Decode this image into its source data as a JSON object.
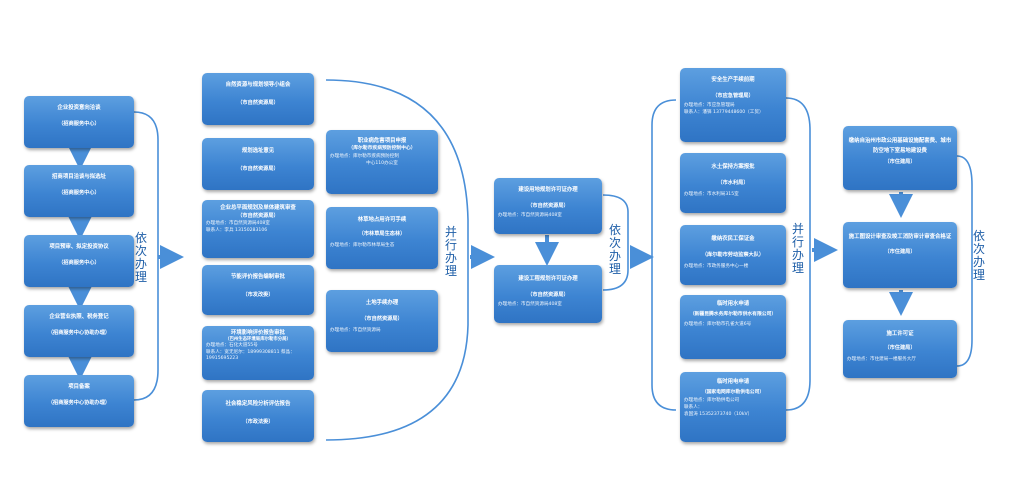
{
  "labels": {
    "seq": "依次办理",
    "par": "并行办理"
  },
  "col1": [
    {
      "t": "企业投资意向洽谈",
      "s": "（招商服务中心）"
    },
    {
      "t": "招商项目洽谈与拟选址",
      "s": "（招商服务中心）"
    },
    {
      "t": "项目预审、拟定投资协议",
      "s": "（招商服务中心）"
    },
    {
      "t": "企业营业执照、税务登记",
      "s": "（招商服务中心协助办理）"
    },
    {
      "t": "项目备案",
      "s": "（招商服务中心协助办理）"
    }
  ],
  "col2": [
    {
      "t": "自然资源与规划领导小组会",
      "s": "（市自然资源局）"
    },
    {
      "t": "规划选址意见",
      "s": "（市自然资源局）"
    },
    {
      "t": "企业总平面规划及单体建筑审查",
      "s": "（市自然资源局）",
      "n1": "办理地点：市自然资源局408室",
      "n2": "联系人：李兵 13150283106"
    },
    {
      "t": "节能评价报告编制审批",
      "s": "（市发改委）"
    },
    {
      "t": "环境影响评价报告审批",
      "s": "（巴州生态环境局库尔勒市分局）",
      "n1": "办理地点：石化大道55号",
      "n2": "联系人：宽无尼尔：18999308811 蔡晶：19915695223"
    },
    {
      "t": "社会稳定风险分析评估报告",
      "s": "（市政法委）"
    }
  ],
  "col3": [
    {
      "t": "职业病危害项目申报",
      "s": "（库尔勒市疾病预防控制中心）",
      "n1": "办理地点：库尔勒市疾病预防控制",
      "n2": "中心110办公室"
    },
    {
      "t": "林草地占用许可手续",
      "s": "（市林草局生态林）",
      "n1": "办理地点：库尔勒市林草局生态"
    },
    {
      "t": "土地手续办理",
      "s": "（市自然资源局）",
      "n1": "办理地点：市自然资源局"
    }
  ],
  "col4": [
    {
      "t": "建设用地规划许可证办理",
      "s": "（市自然资源局）",
      "n1": "办理地点：市自然资源局408室"
    },
    {
      "t": "建设工程规划许可证办理",
      "s": "（市自然资源局）",
      "n1": "办理地点：市自然资源局408室"
    }
  ],
  "col5": [
    {
      "t": "安全生产手续前期",
      "s": "（市应急管理局）",
      "n1": "办理地点：市应急管理局",
      "n2": "联系人：潘铎 13779448600（工贸）"
    },
    {
      "t": "水土保持方案报批",
      "s": "（市水利局）",
      "n1": "办理地点：市水利局315室"
    },
    {
      "t": "缴纳农民工保证金",
      "s": "（库尔勒市劳动监察大队）",
      "n1": "办理地点：市政务服务中心一楼"
    },
    {
      "t": "临时用水申请",
      "s": "（新疆昆腾水务库尔勒市供水有限公司）",
      "n1": "办理地点：库尔勒市孔雀大道6号"
    },
    {
      "t": "临时用电申请",
      "s": "（国家电网库尔勒供电公司）",
      "n1": "办理地点：库尔勒供电公司",
      "n2": "联系人：",
      "n3": "袁国涛 15352373740（10kV）"
    }
  ],
  "col6": [
    {
      "t": "缴纳自治州市政公用基础设施配套费、城市防空地下室易地建设费",
      "s": "（市住建局）"
    },
    {
      "t": "施工图设计审查及竣工消防审计审查合格证",
      "s": "（市住建局）"
    },
    {
      "t": "施工许可证",
      "s": "（市住建局）",
      "n1": "办理地点：市住建局一楼服务大厅"
    }
  ]
}
